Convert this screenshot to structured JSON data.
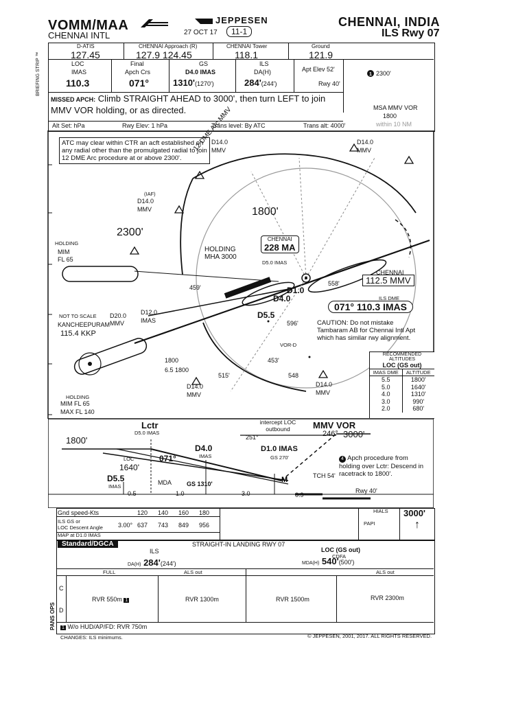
{
  "header": {
    "airport_code": "VOMM/MAA",
    "airport_name": "CHENNAI INTL",
    "publisher": "JEPPESEN",
    "date": "27 OCT 17",
    "page": "11-1",
    "city": "CHENNAI, INDIA",
    "procedure": "ILS Rwy 07"
  },
  "comms": {
    "datis_label": "D-ATIS",
    "datis": "127.45",
    "approach_label": "CHENNAI Approach (R)",
    "approach": "127.9  124.45",
    "tower_label": "CHENNAI Tower",
    "tower": "118.1",
    "ground_label": "Ground",
    "ground": "121.9"
  },
  "briefing": {
    "loc_label": "LOC",
    "loc_ident": "IMAS",
    "loc_freq": "110.3",
    "final_label": "Final",
    "final_sub": "Apch Crs",
    "final_crs": "071°",
    "gs_label": "GS",
    "gs_sub": "D4.0 IMAS",
    "gs_alt": "1310'",
    "gs_alt_hat": "(1270')",
    "ils_label": "ILS",
    "ils_sub": "DA(H)",
    "ils_da": "284'",
    "ils_dh": "(244')",
    "apt_elev": "Apt Elev 52'",
    "rwy": "Rwy 40'",
    "msa_note": "2300'",
    "missed_label": "MISSED APCH:",
    "missed_text": "Climb STRAIGHT AHEAD to 3000', then turn LEFT to join MMV VOR holding, or as directed.",
    "msa_title": "MSA MMV VOR",
    "msa_alt": "1800",
    "msa_within": "within 10 NM",
    "alt_set": "Alt Set: hPa",
    "rwy_elev": "Rwy Elev: 1 hPa",
    "trans_level": "Trans level: By ATC",
    "trans_alt": "Trans alt: 4000'",
    "strip_label": "BRIEFING STRIP ™"
  },
  "plan": {
    "atc_note": "ATC may clear within CTR an acft established on any radial other than the promulgated radial to join 12 DME Arc procedure at or above 2300'.",
    "alt_1800": "1800'",
    "alt_2300": "2300'",
    "chennai_box_label": "CHENNAI",
    "chennai_box_freq": "228 MA",
    "chennai_box_dist": "D5.0 IMAS",
    "vor_label": "CHENNAI",
    "vor_freq": "112.5 MMV",
    "ils_box": "071° 110.3 IMAS",
    "ils_dme": "ILS DME",
    "caution": "CAUTION: Do not mistake Tambaram AB for Chennai Intl Apt which has similar rwy alignment.",
    "holding_mim": "HOLDING",
    "mim": "MIM",
    "mim_fl": "FL 65",
    "kkp_name": "KANCHEEPURAM",
    "kkp_freq": "115.4 KKP",
    "hold_bottom_1": "HOLDING",
    "hold_bottom_2": "MIM FL 65",
    "hold_bottom_3": "MAX FL 140",
    "note_1800": "1800",
    "note_65": "6.5 1800",
    "not_to_scale": "NOT TO SCALE",
    "d12": "D12.0",
    "imas": "IMAS",
    "d20": "D20.0",
    "mmv": "MMV",
    "d14": "D14.0",
    "iaf": "(IAF)",
    "arc": "12 DME Arc MMV",
    "mha": "HOLDING MHA 3000",
    "d40": "D4.0",
    "d55": "D5.5",
    "d10": "D1.0",
    "vor_d": "VOR-D",
    "alt_596": "596'",
    "alt_453": "453'",
    "alt_558": "558'",
    "alt_515": "515'",
    "alt_548": "548",
    "alt_459": "459'"
  },
  "rec_alt": {
    "title": "RECOMMENDED ALTITUDES",
    "sub": "LOC (GS out)",
    "col1": "IMAS DME",
    "col2": "ALTITUDE",
    "rows": [
      [
        "5.5",
        "1800'"
      ],
      [
        "5.0",
        "1640'"
      ],
      [
        "4.0",
        "1310'"
      ],
      [
        "3.0",
        "990'"
      ],
      [
        "2.0",
        "680'"
      ]
    ]
  },
  "profile": {
    "lctr": "Lctr",
    "lctr_dist": "D5.0 IMAS",
    "intercept": "intercept LOC outbound",
    "mmv_vor": "MMV VOR",
    "alt_1800": "1800'",
    "d40": "D4.0",
    "d40_imas": "IMAS",
    "d10": "D1.0 IMAS",
    "gs270": "GS 270'",
    "loc": "LOC",
    "alt_1640": "1640'",
    "d55": "D5.5",
    "d55_imas": "IMAS",
    "mda": "MDA",
    "gs1310": "GS 1310'",
    "tch": "TCH 54'",
    "rwy": "Rwy 40'",
    "crs_251": "251°",
    "crs_246": "246°",
    "alt_3000": "3000'",
    "crs_071": "071°",
    "note4": "Apch procedure from holding over Lctr: Descend in racetrack to 1800'.",
    "dist_05": "0.5",
    "dist_10": "1.0",
    "dist_30": "3.0",
    "dist_09": "0.9"
  },
  "speed_table": {
    "header": "Gnd speed-Kts",
    "speeds": [
      "120",
      "140",
      "160",
      "180"
    ],
    "row_label_1": "ILS GS or",
    "row_label_2": "LOC Descent Angle",
    "angle": "3.00°",
    "values": [
      "637",
      "743",
      "849",
      "956"
    ],
    "map_label": "MAP at D1.0 IMAS",
    "hials": "HIALS",
    "papi": "PAPI",
    "missed_alt": "3000'"
  },
  "minimums": {
    "standard": "Standard/DGCA",
    "title": "STRAIGHT-IN LANDING RWY 07",
    "ils": "ILS",
    "da_label": "DA(H)",
    "da": "284'",
    "dh": "(244')",
    "loc_title": "LOC (GS out)",
    "cdfa": "CDFA",
    "mda_label": "MDA(H)",
    "mda": "540'",
    "mdh": "(500')",
    "full": "FULL",
    "als_out_1": "ALS out",
    "als_out_2": "ALS out",
    "cat_c": "C",
    "cat_d": "D",
    "rvr_550": "RVR 550m",
    "rvr_1300": "RVR 1300m",
    "rvr_1500": "RVR 1500m",
    "rvr_2300": "RVR 2300m",
    "pans": "PANS OPS",
    "note1": "W/o HUD/AP/FD: RVR 750m",
    "changes": "CHANGES:  ILS minimums.",
    "copyright": "© JEPPESEN, 2001, 2017. ALL RIGHTS RESERVED."
  }
}
